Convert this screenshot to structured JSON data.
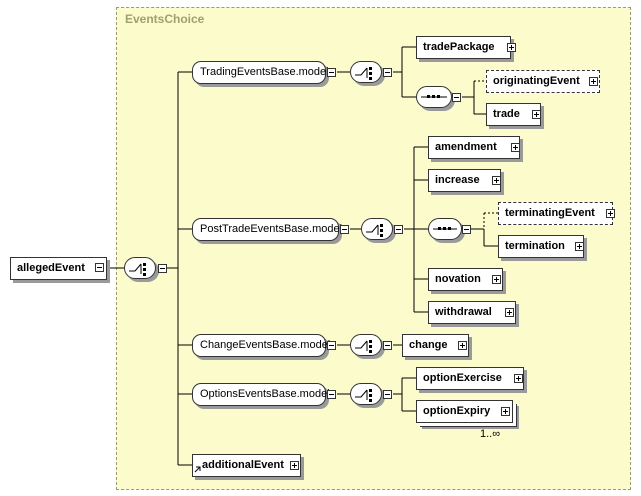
{
  "group": {
    "label": "EventsChoice"
  },
  "root": {
    "label": "allegedEvent"
  },
  "models": [
    {
      "label": "TradingEventsBase.model"
    },
    {
      "label": "PostTradeEventsBase.model"
    },
    {
      "label": "ChangeEventsBase.model"
    },
    {
      "label": "OptionsEventsBase.model"
    }
  ],
  "elements": {
    "tradePackage": "tradePackage",
    "originatingEvent": "originatingEvent",
    "trade": "trade",
    "amendment": "amendment",
    "increase": "increase",
    "terminatingEvent": "terminatingEvent",
    "termination": "termination",
    "novation": "novation",
    "withdrawal": "withdrawal",
    "change": "change",
    "optionExercise": "optionExercise",
    "optionExpiry": "optionExpiry",
    "additionalEvent": "additionalEvent"
  },
  "multiplicity": {
    "optionExpiry": "1..∞"
  }
}
